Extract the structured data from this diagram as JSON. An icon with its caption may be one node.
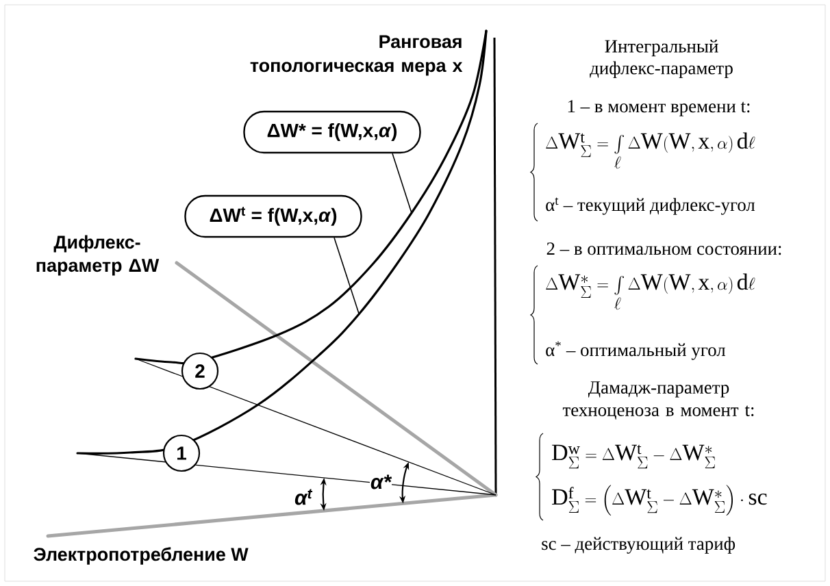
{
  "diagram": {
    "nodes": [
      {
        "text": [
          "ΔW* = f(W,x,*α*)"
        ]
      },
      {
        "text": [
          "ΔW$^{t}$ = f(W,x,*α*)"
        ]
      },
      {
        "text": [
          "2"
        ]
      },
      {
        "text": [
          "1"
        ]
      }
    ],
    "edges": [
      {
        "from": 0,
        "to": null,
        "arrow": "none"
      },
      {
        "from": 1,
        "to": null,
        "arrow": "none"
      }
    ],
    "labels": [
      "Ранговая топологическая мера x",
      "Дифлекс-параметр ΔW",
      "Электропотребление W",
      "α$^{t}$",
      "α*",
      "Интегральный дифлекс-параметр",
      "1 – в момент времени t:",
      "\\Delta \\mathrm{W}_{\\Sigma}^{\\mathrm{t}} = \\int\\limits_{\\ell} \\Delta \\mathrm{W}(\\mathrm{W},\\mathrm{x},\\alpha)\\,\\mathrm{d}\\ell",
      "α$^{t}$ – текущий дифлекс-угол",
      "2 – в оптимальном состоянии:",
      "\\Delta \\mathrm{W}_{\\Sigma}^{*} = \\int\\limits_{\\ell} \\Delta \\mathrm{W}(\\mathrm{W},\\mathrm{x},\\alpha)\\,\\mathrm{d}\\ell",
      "α$^{*}$ – оптимальный угол",
      "Дамадж-параметр техноценоза в момент t:",
      "\\mathrm{D}_{\\Sigma}^{\\mathrm{w}} = \\Delta \\mathrm{W}_{\\Sigma}^{\\mathrm{t}} - \\Delta \\mathrm{W}_{\\Sigma}^{*}",
      "\\mathrm{D}_{\\Sigma}^{\\mathrm{f}} = \\left(\\Delta \\mathrm{W}_{\\Sigma}^{\\mathrm{t}} - \\Delta \\mathrm{W}_{\\Sigma}^{*}\\right)\\cdot \\mathrm{sc}",
      "sc – действующий тариф"
    ]
  }
}
